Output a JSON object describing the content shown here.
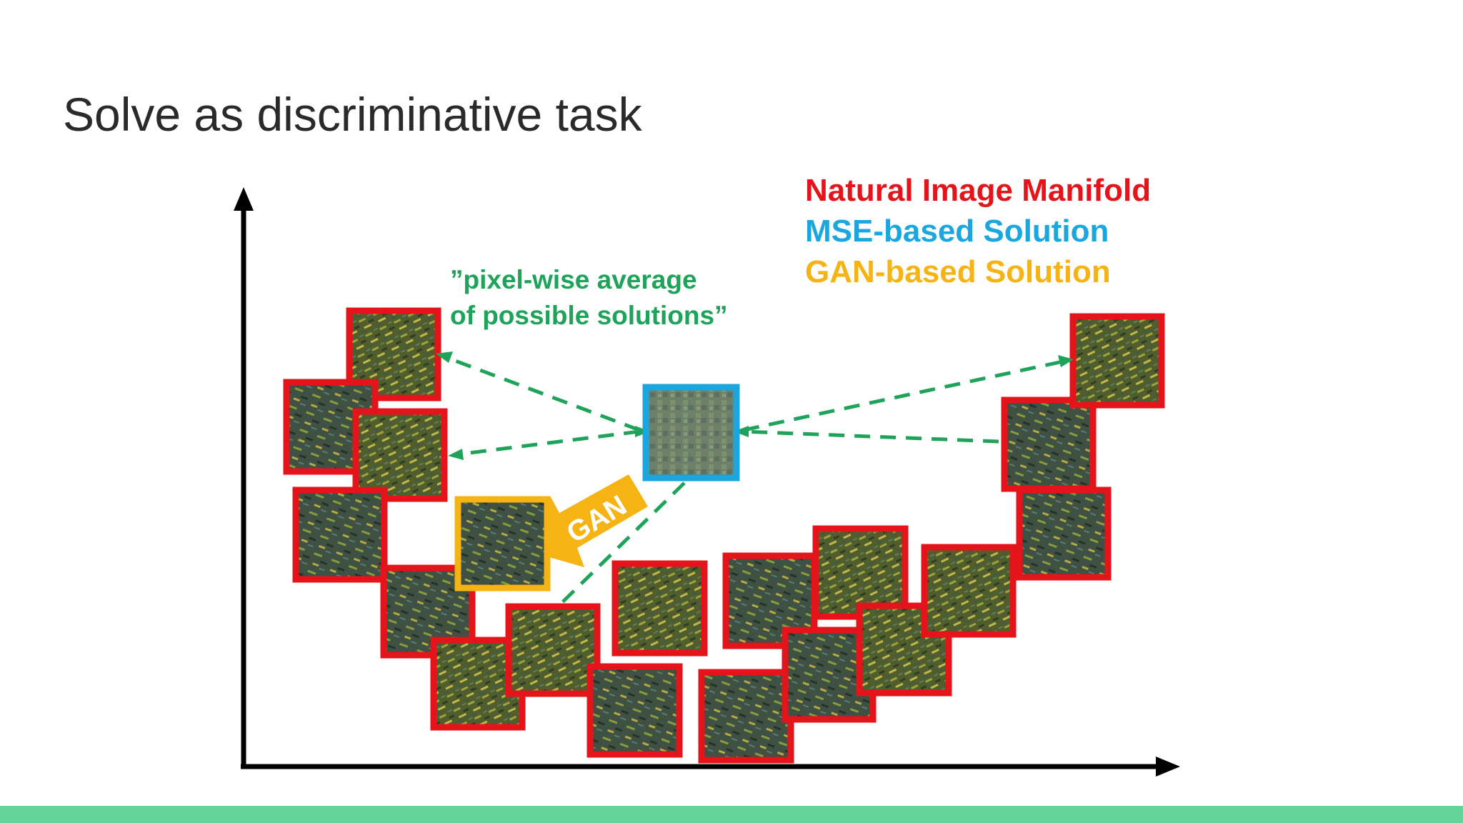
{
  "slide": {
    "title": "Solve as discriminative task"
  },
  "diagram": {
    "legend": {
      "natural": "Natural Image Manifold",
      "mse": "MSE-based Solution",
      "gan": "GAN-based Solution"
    },
    "annotation": {
      "line1": "”pixel-wise  average",
      "line2": "of possible  solutions”"
    },
    "gan_arrow_label": "GAN"
  },
  "colors": {
    "natural": "#e5141b",
    "mse": "#1aa6df",
    "gan": "#f5b413",
    "annotation": "#1fa35a",
    "accent_bar": "#66d39a"
  }
}
